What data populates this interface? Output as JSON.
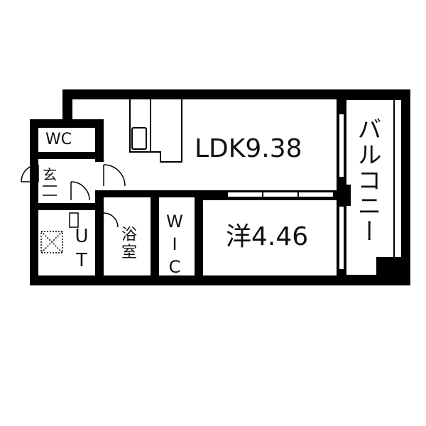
{
  "floor_plan": {
    "rooms": {
      "ldk": "LDK9.38",
      "western": "洋4.46",
      "balcony": "バルコニー",
      "wc": "WC",
      "entrance": "玄",
      "utility": "UT",
      "bath": "浴室",
      "wic": "WIC"
    },
    "colors": {
      "wall": "#000000",
      "floor": "#ffffff",
      "text": "#111111"
    }
  }
}
